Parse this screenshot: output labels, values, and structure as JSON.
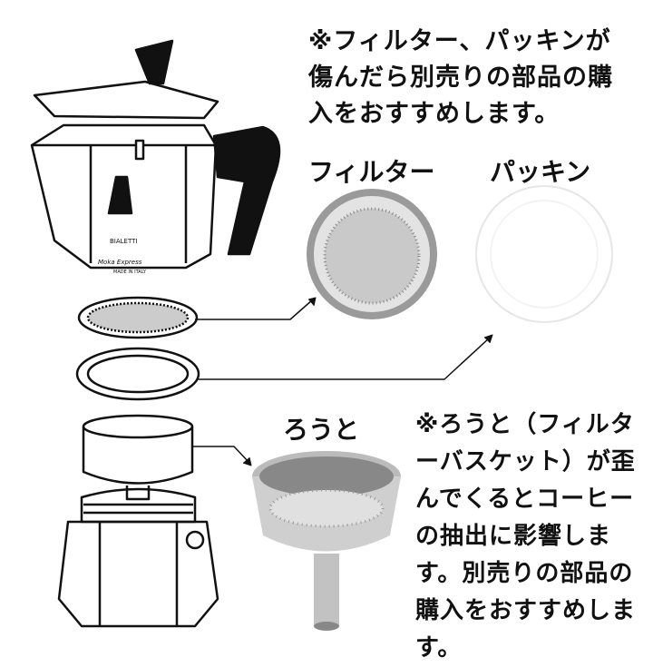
{
  "notes": {
    "top": "※フィルター、パッキンが傷んだら別売りの部品の購入をおすすめします。",
    "bottom": "※ろうと（フィルターバスケット）が歪んでくるとコーヒーの抽出に影響します。別売りの部品の購入をおすすめします。"
  },
  "labels": {
    "filter": "フィルター",
    "gasket": "パッキン",
    "funnel": "ろうと"
  },
  "logo": {
    "brand": "BIALETTI",
    "model": "Moka Express",
    "origin": "MADE IN ITALY"
  }
}
